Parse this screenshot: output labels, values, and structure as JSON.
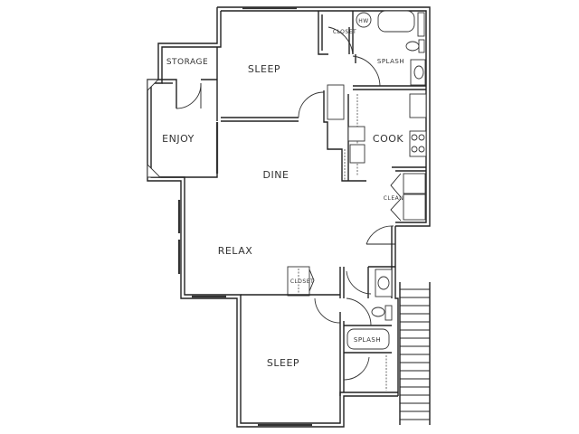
{
  "floorplan": {
    "rooms": {
      "storage": "STORAGE",
      "sleep_upper": "SLEEP",
      "enjoy": "ENJOY",
      "dine": "DINE",
      "cook": "COOK",
      "closet_upper": "CLOSET",
      "hw": "HW",
      "splash_upper": "SPLASH",
      "clean": "CLEAN",
      "relax": "RELAX",
      "closet_lower": "CLOSET",
      "splash_lower": "SPLASH",
      "sleep_lower": "SLEEP"
    },
    "colors": {
      "wall": "#222222",
      "background": "#ffffff",
      "text": "#333333"
    }
  }
}
